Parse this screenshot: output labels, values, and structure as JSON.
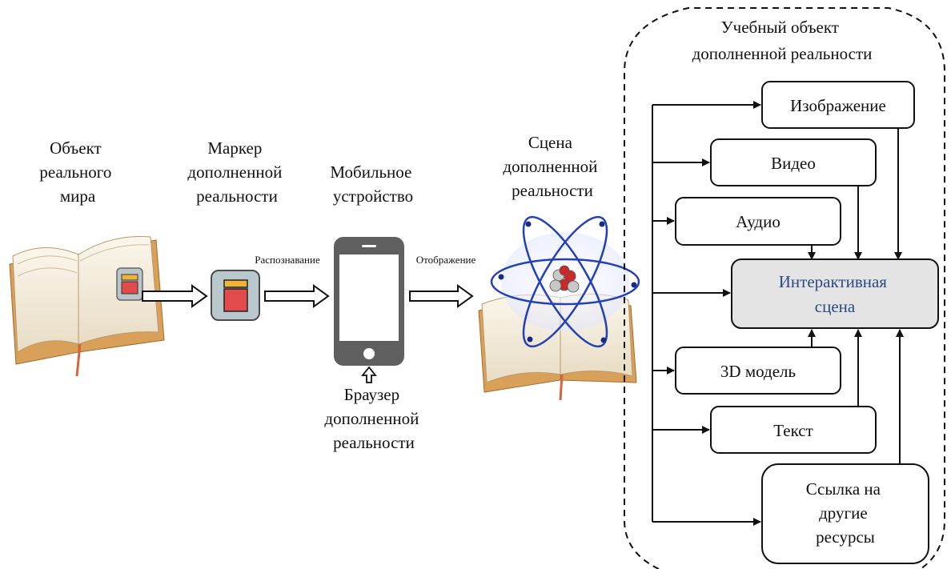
{
  "left": {
    "real_object": [
      "Объект",
      "реального",
      "мира"
    ],
    "marker": [
      "Маркер",
      "дополненной",
      "реальности"
    ],
    "device": [
      "Мобильное",
      "устройство"
    ],
    "scene": [
      "Сцена",
      "дополненной",
      "реальности"
    ],
    "browser": [
      "Браузер",
      "дополненной",
      "реальности"
    ],
    "recognition": "Распознавание",
    "display": "Отображение"
  },
  "panel": {
    "title": [
      "Учебный объект",
      "дополненной реальности"
    ],
    "image": "Изображение",
    "video": "Видео",
    "audio": "Аудио",
    "interactive_scene": [
      "Интерактивная",
      "сцена"
    ],
    "model_3d": "3D модель",
    "text": "Текст",
    "links": [
      "Ссылка на",
      "другие",
      "ресурсы"
    ]
  },
  "colors": {
    "interactive_fill": "#e4e4e4",
    "interactive_text": "#2b4a84",
    "marker_red": "#e24b4b",
    "marker_yellow": "#f2b33a",
    "phone_body": "#5f5f5f",
    "atom_orbit": "#2440b8"
  }
}
